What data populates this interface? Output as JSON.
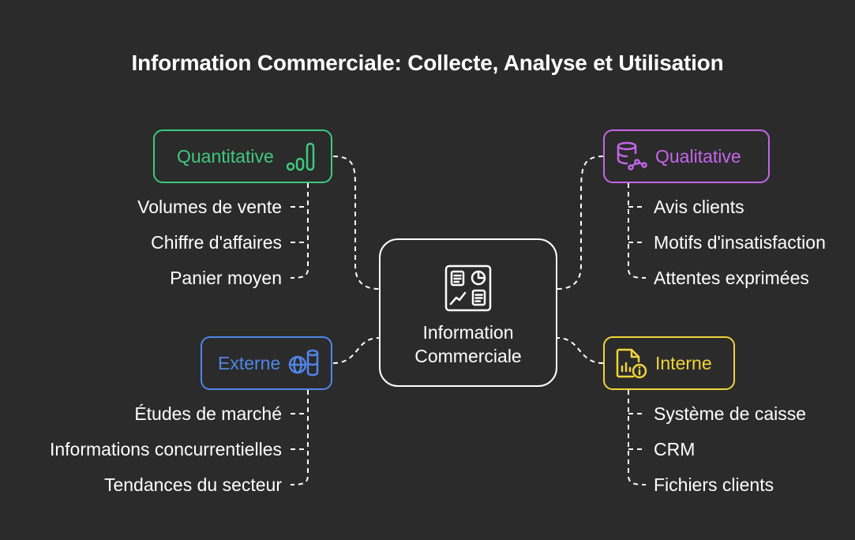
{
  "title": "Information Commerciale: Collecte, Analyse et Utilisation",
  "center": {
    "label_line1": "Information",
    "label_line2": "Commerciale",
    "icon": "dashboard-icon"
  },
  "branches": {
    "quantitative": {
      "label": "Quantitative",
      "color": "#3ec97e",
      "icon": "bar-chart-icon",
      "items": [
        "Volumes de vente",
        "Chiffre d'affaires",
        "Panier moyen"
      ]
    },
    "qualitative": {
      "label": "Qualitative",
      "color": "#c565ea",
      "icon": "database-network-icon",
      "items": [
        "Avis clients",
        "Motifs d'insatisfaction",
        "Attentes exprimées"
      ]
    },
    "externe": {
      "label": "Externe",
      "color": "#4f86e8",
      "icon": "globe-database-icon",
      "items": [
        "Études de marché",
        "Informations concurrentielles",
        "Tendances du secteur"
      ]
    },
    "interne": {
      "label": "Interne",
      "color": "#f0d43a",
      "icon": "document-info-icon",
      "items": [
        "Système de caisse",
        "CRM",
        "Fichiers clients"
      ]
    }
  }
}
